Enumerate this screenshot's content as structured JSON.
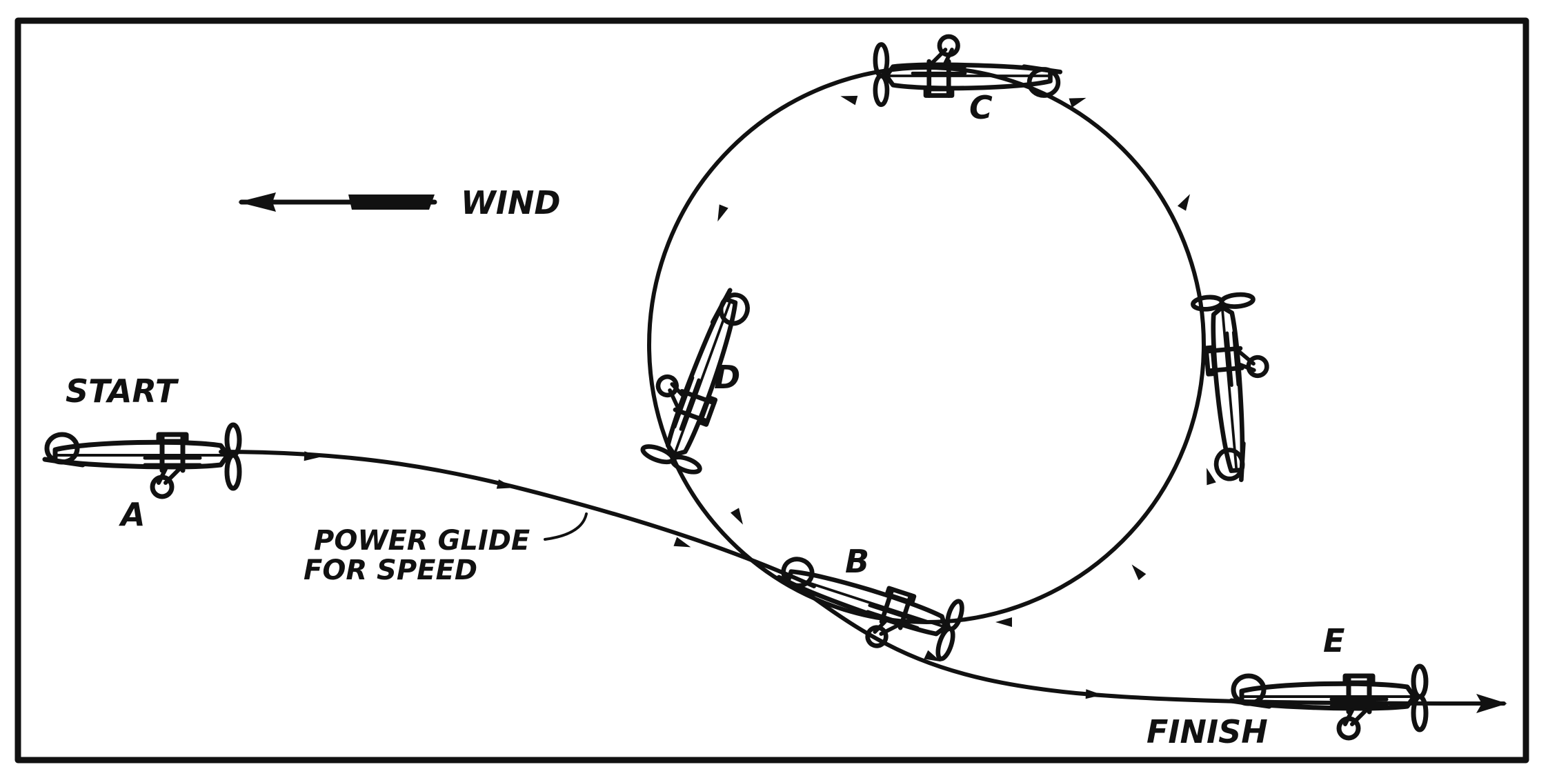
{
  "labels": {
    "wind": "WIND",
    "start": "START",
    "finish": "FINISH",
    "power_glide_line1": "POWER GLIDE",
    "power_glide_line2": "FOR SPEED",
    "point_a": "A",
    "point_b": "B",
    "point_c": "C",
    "point_d": "D",
    "point_e": "E"
  },
  "icons": [
    "biplane-icon",
    "wind-arrow-icon",
    "direction-arrow-icon"
  ],
  "colors": {
    "ink": "#111111",
    "paper": "#ffffff"
  }
}
